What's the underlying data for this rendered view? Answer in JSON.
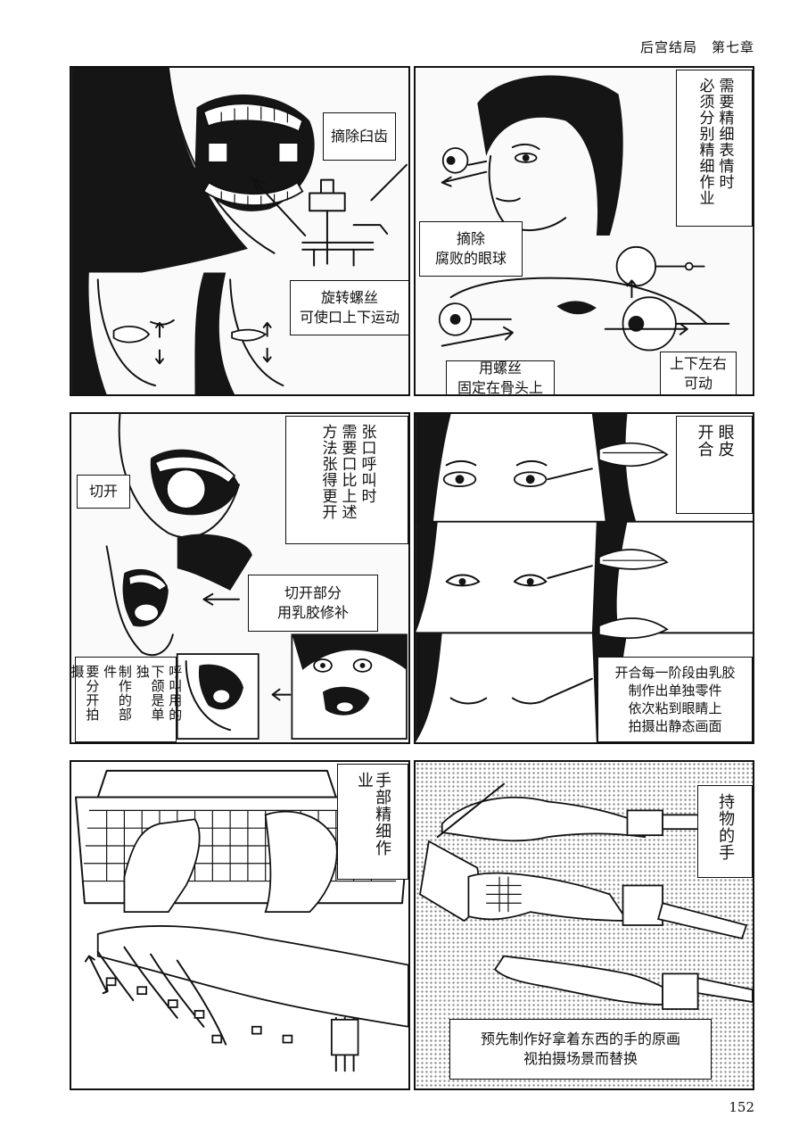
{
  "header": {
    "title": "后宫结局　第七章"
  },
  "page_number": "152",
  "panels": {
    "jaw": {
      "caption_teeth": "摘除臼齿",
      "caption_screw": [
        "旋转螺丝",
        "可使口上下运动"
      ]
    },
    "eye_mech": {
      "caption_precision": [
        "需要精细表情时",
        "必须分别精细作业"
      ],
      "caption_remove": [
        "摘除",
        "腐败的眼球"
      ],
      "caption_fix": [
        "用螺丝",
        "固定在骨头上"
      ],
      "caption_move": [
        "上下左右",
        "可动"
      ]
    },
    "mouth_open": {
      "caption_cut": "切开",
      "caption_wide": [
        "张口呼叫时",
        "需要口比上述",
        "方法张得更开"
      ],
      "caption_latex": [
        "切开部分",
        "用乳胶修补"
      ],
      "caption_jaw_parts": [
        "呼叫用的",
        "下颌是单独",
        "制作的部件",
        "要分开拍摄"
      ]
    },
    "eyelids": {
      "caption_lid": [
        "眼皮",
        "开合"
      ],
      "caption_stages": [
        "开合每一阶段由乳胶",
        "制作出单独零件",
        "依次粘到眼睛上",
        "拍摄出静态画面"
      ]
    },
    "hands": {
      "caption_fine": [
        "手部精细作业"
      ],
      "caption_holding": [
        "持物的手"
      ],
      "caption_replace": [
        "预先制作好拿着东西的手的原画",
        "视拍摄场景而替换"
      ]
    }
  }
}
